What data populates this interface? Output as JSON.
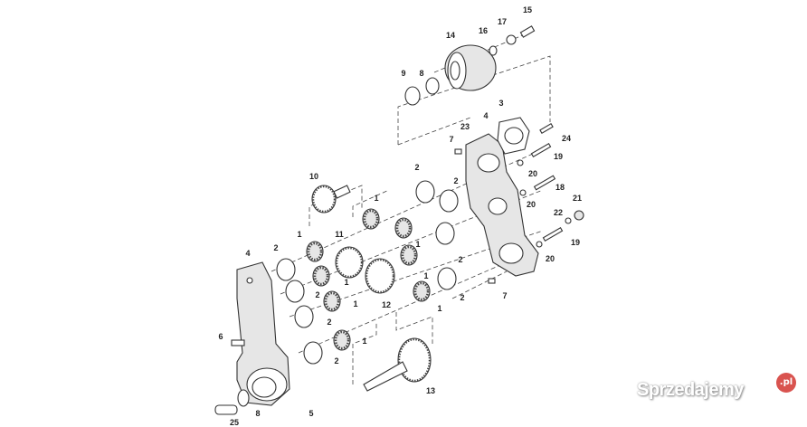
{
  "diagram": {
    "title": "Transfer case exploded parts diagram",
    "labels": [
      "15",
      "17",
      "16",
      "14",
      "8",
      "9",
      "3",
      "4",
      "23",
      "7",
      "24",
      "19",
      "20",
      "18",
      "20",
      "21",
      "22",
      "19",
      "20",
      "7",
      "10",
      "2",
      "2",
      "1",
      "11",
      "1",
      "2",
      "4",
      "1",
      "2",
      "1",
      "2",
      "1",
      "12",
      "1",
      "2",
      "1",
      "2",
      "6",
      "1",
      "2",
      "13",
      "8",
      "5",
      "25"
    ]
  },
  "watermark": {
    "text": "Sprzedajemy",
    "badge": ".pl",
    "badge_color": "#d9534f"
  }
}
